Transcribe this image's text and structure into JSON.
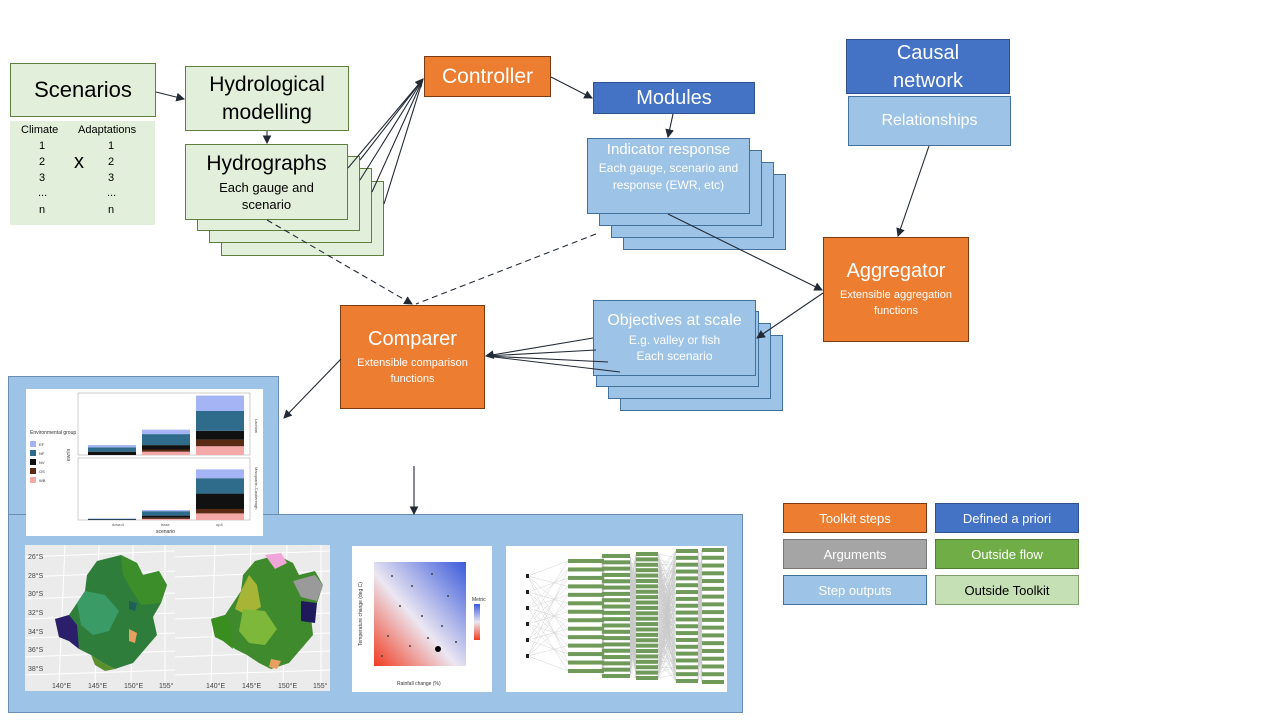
{
  "scenarios": {
    "title": "Scenarios",
    "table": {
      "col_climate": "Climate",
      "col_adaptations": "Adaptations",
      "climate_values": [
        "1",
        "2",
        "3",
        "...",
        "n"
      ],
      "adaptation_values": [
        "1",
        "2",
        "3",
        "...",
        "n"
      ],
      "cross_symbol": "x"
    }
  },
  "hydro_modelling": {
    "title": "Hydrological modelling"
  },
  "hydrographs": {
    "title": "Hydrographs",
    "subtitle": "Each gauge and scenario"
  },
  "controller": {
    "title": "Controller"
  },
  "modules": {
    "title": "Modules"
  },
  "indicator": {
    "title": "Indicator response",
    "subtitle": "Each gauge, scenario and response (EWR, etc)"
  },
  "causal": {
    "title": "Causal network"
  },
  "relationships": {
    "title": "Relationships"
  },
  "aggregator": {
    "title": "Aggregator",
    "subtitle": "Extensible aggregation functions"
  },
  "objectives": {
    "title": "Objectives at scale",
    "line1": "E.g. valley or fish",
    "line2": "Each scenario"
  },
  "comparer": {
    "title": "Comparer",
    "subtitle": "Extensible comparison functions"
  },
  "legend": {
    "toolkit_steps": "Toolkit steps",
    "defined_a_priori": "Defined a priori",
    "arguments": "Arguments",
    "outside_flow": "Outside flow",
    "step_outputs": "Step outputs",
    "outside_toolkit": "Outside Toolkit"
  },
  "thumbnails": {
    "bar": {
      "legend_title": "Environmental group",
      "groups": [
        "EF",
        "NF",
        "NV",
        "OS",
        "WB"
      ],
      "colors": [
        "#a4b4f4",
        "#2f6b8a",
        "#111111",
        "#5a2a14",
        "#f4a8a8"
      ],
      "x_categories": [
        "down4",
        "base",
        "up4"
      ],
      "x_label": "scenario",
      "y_label": "ewr/n",
      "facets": [
        "Lachlan",
        "Macquarie–Castlereagh"
      ],
      "chart_data": {
        "type": "bar",
        "categories": [
          "down4",
          "base",
          "up4"
        ],
        "facets": [
          "Lachlan",
          "Macquarie–Castlereagh"
        ]
      }
    },
    "map": {
      "lat_labels": [
        "26°S",
        "28°S",
        "30°S",
        "32°S",
        "34°S",
        "36°S",
        "38°S"
      ],
      "lon_labels": [
        "140°E",
        "145°E",
        "150°E",
        "155°"
      ],
      "lon_labels_right": [
        "140°E",
        "145°E",
        "150°E",
        "155°"
      ]
    },
    "heat": {
      "x_label": "Rainfall change (%)",
      "y_label": "Temperature change (deg C)",
      "legend_title": "Metric"
    }
  },
  "colors": {
    "toolkit_orange": "#ed7d31",
    "defined_navy": "#4472c4",
    "arguments_grey": "#a5a5a5",
    "outside_flow_green": "#70ad47",
    "step_outputs_light": "#9dc3e6",
    "outside_toolkit_green": "#c5e0b4"
  }
}
